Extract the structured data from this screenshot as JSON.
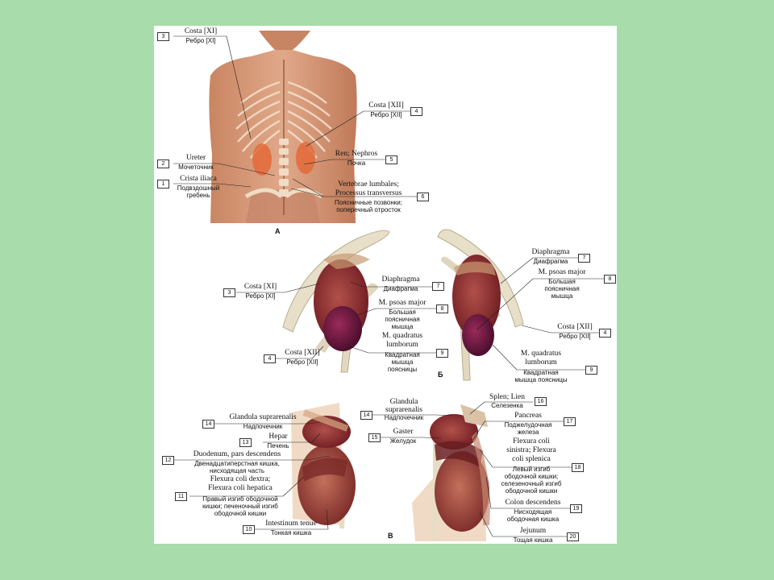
{
  "panels": {
    "a": "А",
    "b": "Б",
    "v": "В"
  },
  "labels": {
    "l3a": {
      "num": "3",
      "en": "Costa [XI]",
      "ru": "Ребро [XI]"
    },
    "l4a": {
      "num": "4",
      "en": "Costa [XII]",
      "ru": "Ребро [XII]"
    },
    "l2": {
      "num": "2",
      "en": "Ureter",
      "ru": "Мочеточник"
    },
    "l5": {
      "num": "5",
      "en": "Ren; Nephros",
      "ru": "Почка"
    },
    "l1": {
      "num": "1",
      "en": "Crista iliaca",
      "ru": "Подвздошный",
      "ru2": "гребень"
    },
    "l6": {
      "num": "6",
      "en": "Vertebrae lumbales;",
      "en2": "Processus transversus",
      "ru": "Поясничные позвонки;",
      "ru2": "поперечный отросток"
    },
    "l7r": {
      "num": "7",
      "en": "Diaphragma",
      "ru": "Диафрагма"
    },
    "l3b": {
      "num": "3",
      "en": "Costa [XI]",
      "ru": "Ребро [XI]"
    },
    "l7l": {
      "num": "7",
      "en": "Diaphragma",
      "ru": "Диафрагма"
    },
    "l8r": {
      "num": "8",
      "en": "M. psoas major",
      "ru": "Большая",
      "ru2": "поясничная",
      "ru3": "мышца"
    },
    "l8l": {
      "num": "8",
      "en": "M. psoas major",
      "ru": "Большая",
      "ru2": "поясничная",
      "ru3": "мышца"
    },
    "l4r": {
      "num": "4",
      "en": "Costa [XII]",
      "ru": "Ребро [XII]"
    },
    "l4l": {
      "num": "4",
      "en": "Costa [XII]",
      "ru": "Ребро [XII]"
    },
    "l9l": {
      "num": "9",
      "en": "M. quadratus",
      "en2": "lumborum",
      "ru": "Квадратная",
      "ru2": "мышца",
      "ru3": "поясницы"
    },
    "l9r": {
      "num": "9",
      "en": "M. quadratus",
      "en2": "lumborum",
      "ru": "Квадратная",
      "ru2": "мышца поясницы"
    },
    "l14l": {
      "num": "14",
      "en": "Glandula suprarenalis",
      "ru": "Надпочечник"
    },
    "l14r": {
      "num": "14",
      "en": "Glandula",
      "en2": "suprarenalis",
      "ru": "Надпочечник"
    },
    "l16": {
      "num": "16",
      "en": "Splen; Lien",
      "ru": "Селезенка"
    },
    "l13": {
      "num": "13",
      "en": "Hepar",
      "ru": "Печень"
    },
    "l15": {
      "num": "15",
      "en": "Gaster",
      "ru": "Желудок"
    },
    "l17": {
      "num": "17",
      "en": "Pancreas",
      "ru": "Поджелудочная",
      "ru2": "железа"
    },
    "l12": {
      "num": "12",
      "en": "Duodenum, pars descendens",
      "ru": "Двенадцатиперстная кишка,",
      "ru2": "нисходящая часть"
    },
    "l18": {
      "num": "18",
      "en": "Flexura coli",
      "en2": "sinistra; Flexura",
      "en3": "coli splenica",
      "ru": "Левый изгиб",
      "ru2": "ободочной кишки;",
      "ru3": "селезеночный изгиб",
      "ru4": "ободочной кишки"
    },
    "l11": {
      "num": "11",
      "en": "Flexura coli dextra;",
      "en2": "Flexura coli hepatica",
      "ru": "Правый изгиб ободочной",
      "ru2": "кишки; печеночный изгиб",
      "ru3": "ободочной кишки"
    },
    "l19": {
      "num": "19",
      "en": "Colon descendens",
      "ru": "Нисходящая",
      "ru2": "ободочная кишка"
    },
    "l10": {
      "num": "10",
      "en": "Intestinum tenue",
      "ru": "Тонкая кишка"
    },
    "l20": {
      "num": "20",
      "en": "Jejunum",
      "ru": "Тощая кишка"
    }
  }
}
